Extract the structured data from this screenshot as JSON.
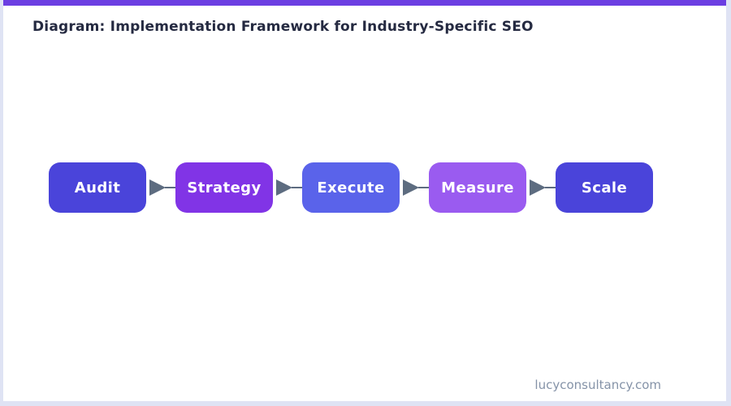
{
  "page": {
    "title": "Diagram: Implementation Framework for Industry-Specific SEO",
    "footer": "lucyconsultancy.com"
  },
  "colors": {
    "top_bar": "#6c3ee2",
    "frame_border": "#dfe3f4",
    "title_text": "#252a41",
    "box_text": "#ffffff",
    "arrow": "#5d6c80",
    "footer_text": "#8593a8"
  },
  "diagram": {
    "steps": [
      {
        "label": "Audit",
        "color": "#4a44da"
      },
      {
        "label": "Strategy",
        "color": "#8134e6"
      },
      {
        "label": "Execute",
        "color": "#5a63ea"
      },
      {
        "label": "Measure",
        "color": "#9a5bf0"
      },
      {
        "label": "Scale",
        "color": "#4a44da"
      }
    ],
    "arrow_icon": "triangle-right"
  }
}
